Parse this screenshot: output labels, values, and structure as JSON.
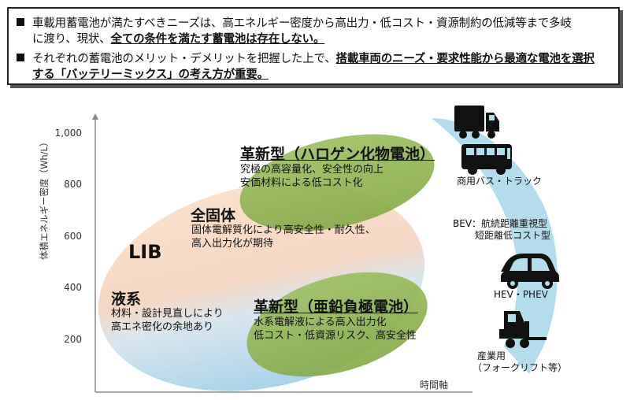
{
  "summary": {
    "bullet1_line1": "車載用蓄電池が満たすべきニーズは、高エネルギー密度から高出力・低コスト・資源制約の低減等まで多岐",
    "bullet1_line2_plain": "に渡り、現状、",
    "bullet1_line2_emph": "全ての条件を満たす蓄電池は存在しない",
    "bullet1_line2_end": "。",
    "bullet2_line1_plain": "それぞれの蓄電池のメリット・デメリットを把握した上で、",
    "bullet2_line1_emph": "搭載車両のニーズ・要求性能から最適な電池を選択",
    "bullet2_line2_emph": "する「バッテリーミックス」の考え方が重要",
    "bullet2_line2_end": "。"
  },
  "axes": {
    "ylabel": "体積エネルギー密度（Wh/L）",
    "xlabel": "時間軸",
    "yticks": [
      "1,000",
      "800",
      "600",
      "400",
      "200"
    ]
  },
  "regions": {
    "lib": "LIB",
    "aqueous_title": "液系",
    "aqueous_desc1": "材料・設計見直しにより",
    "aqueous_desc2": "高エネ密化の余地あり",
    "solid_title": "全固体",
    "solid_desc1": "固体電解質化により高安全性・耐久性、",
    "solid_desc2": "高入出力化が期待",
    "halide_title": "革新型（ハロゲン化物電池）",
    "halide_desc1": "究極の高容量化、安全性の向上",
    "halide_desc2": "安価材料による低コスト化",
    "zinc_title": "革新型（亜鉛負極電池）",
    "zinc_desc1": "水系電解液による高入出力化",
    "zinc_desc2": "低コスト・低資源リスク、高安全性"
  },
  "vehicles": {
    "commercial": "商用バス・トラック",
    "bev1": "BEV：航続距離重視型",
    "bev2": "短距離低コスト型",
    "hev": "HEV・PHEV",
    "industrial1": "産業用",
    "industrial2": "（フォークリフト等）"
  },
  "colors": {
    "lib_top": "#f7d2b6",
    "lib_bottom": "#a9d4ea",
    "green": "#8fb04c",
    "arrow": "#a6d3e6",
    "vehicle": "#111111"
  }
}
